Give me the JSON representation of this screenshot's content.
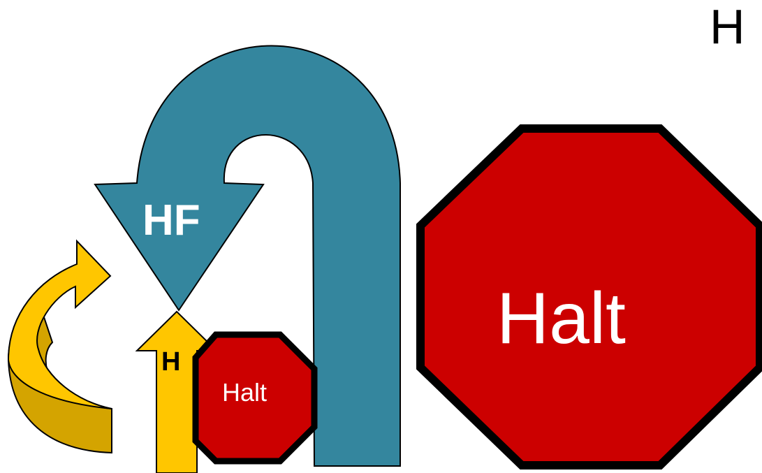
{
  "labels": {
    "corner_letter": "H",
    "hf_arrow": "HF",
    "small_up_arrow": "H",
    "small_stop_sign": "Halt",
    "large_stop_sign": "Halt"
  },
  "colors": {
    "teal_arrow": "#34869E",
    "gold_arrow": "#FFC600",
    "gold_arrow_dark": "#D4A400",
    "stop_red": "#CC0000",
    "stop_border": "#000000",
    "label_white": "#FFFFFF",
    "label_black": "#000000"
  }
}
